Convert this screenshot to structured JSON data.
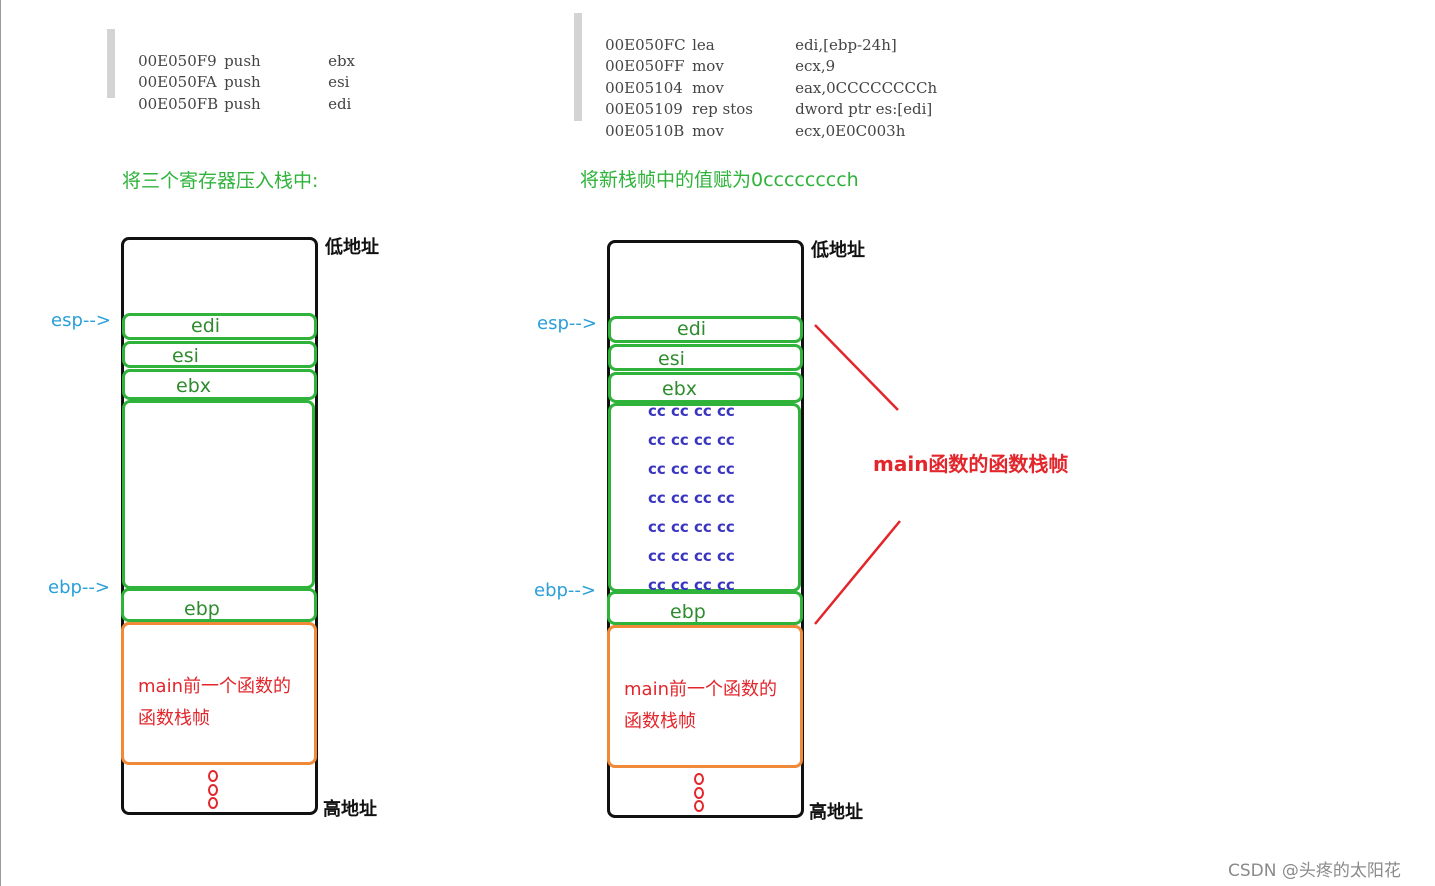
{
  "left_asm": [
    {
      "addr": "00E050F9",
      "op": "push",
      "arg": "ebx"
    },
    {
      "addr": "00E050FA",
      "op": "push",
      "arg": "esi"
    },
    {
      "addr": "00E050FB",
      "op": "push",
      "arg": "edi"
    }
  ],
  "right_asm": [
    {
      "addr": "00E050FC",
      "op": "lea",
      "arg": "edi,[ebp-24h]"
    },
    {
      "addr": "00E050FF",
      "op": "mov",
      "arg": "ecx,9"
    },
    {
      "addr": "00E05104",
      "op": "mov",
      "arg": "eax,0CCCCCCCCh"
    },
    {
      "addr": "00E05109",
      "op": "rep stos",
      "arg": "dword ptr es:[edi]"
    },
    {
      "addr": "00E0510B",
      "op": "mov",
      "arg": "ecx,0E0C003h"
    }
  ],
  "left_caption": "将三个寄存器压入栈中:",
  "right_caption": "将新栈帧中的值赋为0cccccccch",
  "low_addr": "低地址",
  "high_addr": "高地址",
  "esp_label": "esp-->",
  "ebp_label": "ebp-->",
  "reg_edi": "edi",
  "reg_esi": "esi",
  "reg_ebx": "ebx",
  "reg_ebp": "ebp",
  "prev_frame_line1": "main前一个函数的",
  "prev_frame_line2": "函数栈帧",
  "cc_row": "cc cc cc cc",
  "main_frame_label": "main函数的函数栈帧",
  "watermark": "CSDN @头疼的太阳花",
  "colors": {
    "green": "#2fb33b",
    "orange": "#f08a38",
    "red": "#e2262c",
    "blue": "#2a9fd8",
    "purple": "#3a35c0"
  }
}
